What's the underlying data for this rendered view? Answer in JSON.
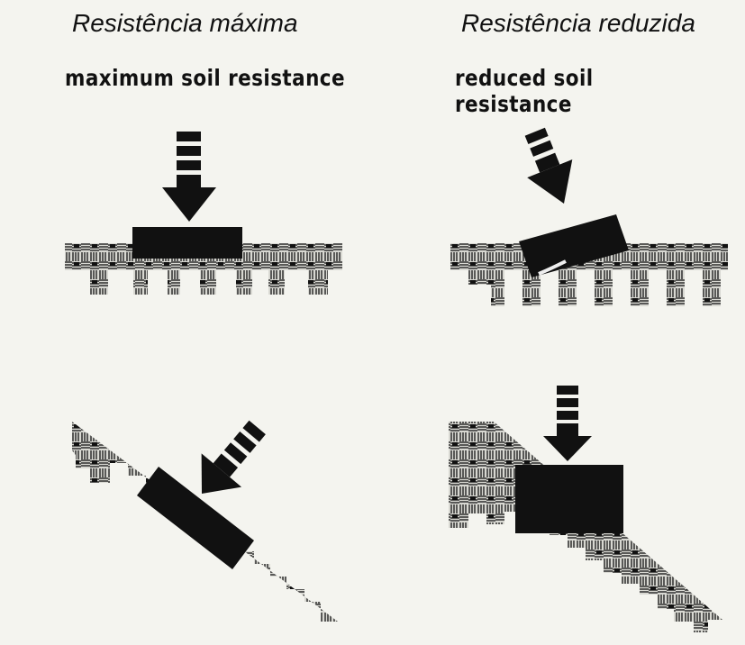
{
  "captions": {
    "left_pt": "Resistência máxima",
    "right_pt": "Resistência reduzida",
    "left_en": "maximum soil resistance",
    "right_en": "reduced soil resistance"
  },
  "panels": [
    {
      "name": "flat-ground-vertical-load",
      "icon": "arrow-down-icon"
    },
    {
      "name": "flat-ground-tilted-load",
      "icon": "arrow-diagonal-icon"
    },
    {
      "name": "slope-perpendicular-load",
      "icon": "arrow-diagonal-icon"
    },
    {
      "name": "slope-vertical-load",
      "icon": "arrow-down-icon"
    }
  ],
  "colors": {
    "ink": "#111111",
    "paper": "#f4f4ef"
  }
}
